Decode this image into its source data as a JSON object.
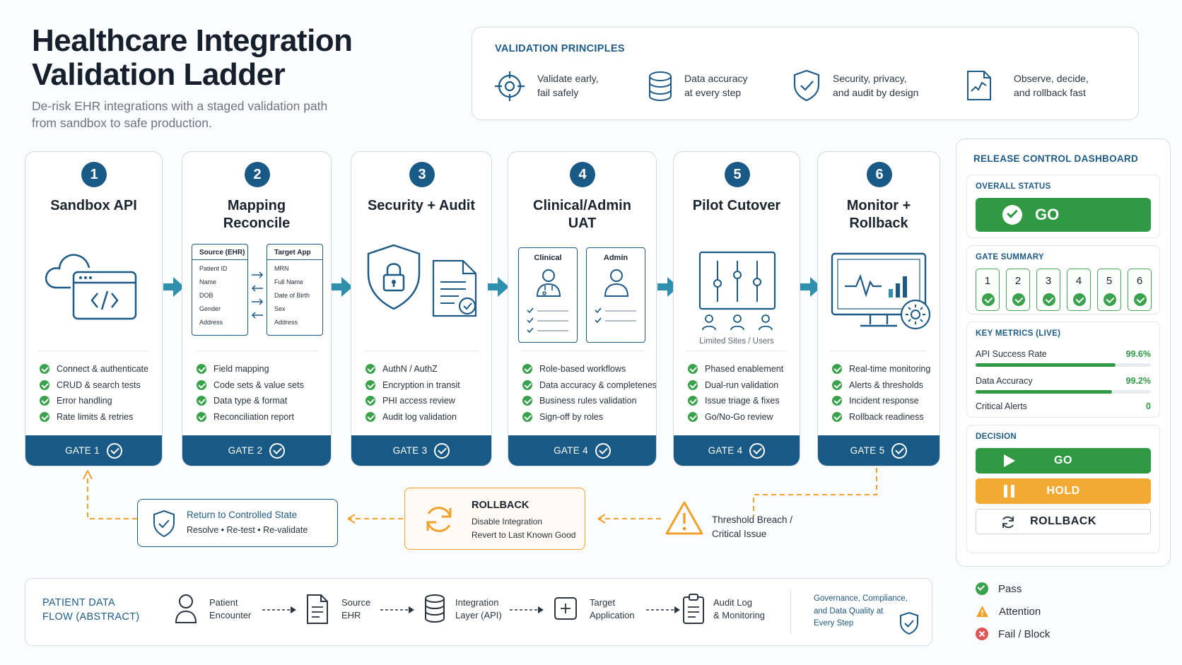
{
  "header": {
    "title_line1": "Healthcare Integration",
    "title_line2": "Validation Ladder",
    "subtitle": "De-risk EHR integrations with a staged validation path from sandbox to safe production."
  },
  "principles": {
    "heading": "VALIDATION PRINCIPLES",
    "items": [
      {
        "l1": "Validate early,",
        "l2": "fail safely",
        "icon": "target-icon"
      },
      {
        "l1": "Data accuracy",
        "l2": "at every step",
        "icon": "database-icon"
      },
      {
        "l1": "Security, privacy,",
        "l2": "and audit by design",
        "icon": "shield-check-icon"
      },
      {
        "l1": "Observe, decide,",
        "l2": "and rollback fast",
        "icon": "chart-doc-icon"
      }
    ]
  },
  "stages": [
    {
      "num": "1",
      "name": "Sandbox API",
      "gate": "GATE 1",
      "items": [
        "Connect & authenticate",
        "CRUD & search tests",
        "Error handling",
        "Rate limits & retries"
      ]
    },
    {
      "num": "2",
      "name": "Mapping Reconcile",
      "gate": "GATE 2",
      "items": [
        "Field mapping",
        "Code sets & value sets",
        "Data type & format",
        "Reconciliation report"
      ],
      "mapping": {
        "source_head": "Source (EHR)",
        "target_head": "Target App",
        "source_fields": [
          "Patient ID",
          "Name",
          "DOB",
          "Gender",
          "Address"
        ],
        "target_fields": [
          "MRN",
          "Full Name",
          "Date of Birth",
          "Sex",
          "Address"
        ]
      }
    },
    {
      "num": "3",
      "name": "Security + Audit",
      "gate": "GATE 3",
      "items": [
        "AuthN / AuthZ",
        "Encryption in transit",
        "PHI access review",
        "Audit log validation"
      ]
    },
    {
      "num": "4",
      "name": "Clinical/Admin UAT",
      "gate": "GATE 4",
      "items": [
        "Role-based workflows",
        "Data accuracy & completeness",
        "Business rules validation",
        "Sign-off by roles"
      ],
      "roles": [
        "Clinical",
        "Admin"
      ]
    },
    {
      "num": "5",
      "name": "Pilot Cutover",
      "gate": "GATE 4",
      "items": [
        "Phased enablement",
        "Dual-run validation",
        "Issue triage & fixes",
        "Go/No-Go review"
      ],
      "caption": "Limited Sites / Users"
    },
    {
      "num": "6",
      "name": "Monitor + Rollback",
      "gate": "GATE 5",
      "items": [
        "Real-time monitoring",
        "Alerts & thresholds",
        "Incident response",
        "Rollback readiness"
      ]
    }
  ],
  "rollback_flow": {
    "return_title": "Return to Controlled State",
    "return_sub": "Resolve • Re-test • Re-validate",
    "rollback_title": "ROLLBACK",
    "rollback_l1": "Disable Integration",
    "rollback_l2": "Revert to Last Known Good",
    "breach_l1": "Threshold Breach /",
    "breach_l2": "Critical Issue"
  },
  "dashboard": {
    "heading": "RELEASE CONTROL DASHBOARD",
    "overall_head": "OVERALL STATUS",
    "overall_value": "GO",
    "gate_head": "GATE SUMMARY",
    "gates": [
      "1",
      "2",
      "3",
      "4",
      "5",
      "6"
    ],
    "metrics_head": "KEY METRICS (LIVE)",
    "metrics": [
      {
        "label": "API Success Rate",
        "value": "99.6%",
        "fill": 0.8
      },
      {
        "label": "Data Accuracy",
        "value": "99.2%",
        "fill": 0.78
      },
      {
        "label": "Critical Alerts",
        "value": "0"
      }
    ],
    "decision_head": "DECISION",
    "decision_go": "GO",
    "decision_hold": "HOLD",
    "decision_rollback": "ROLLBACK"
  },
  "legend": {
    "pass": "Pass",
    "attention": "Attention",
    "fail": "Fail / Block"
  },
  "data_flow": {
    "heading_l1": "PATIENT DATA",
    "heading_l2": "FLOW (ABSTRACT)",
    "steps": [
      {
        "l1": "Patient",
        "l2": "Encounter"
      },
      {
        "l1": "Source",
        "l2": "EHR"
      },
      {
        "l1": "Integration",
        "l2": "Layer (API)"
      },
      {
        "l1": "Target",
        "l2": "Application"
      },
      {
        "l1": "Audit Log",
        "l2": "& Monitoring"
      }
    ],
    "gov_l1": "Governance, Compliance,",
    "gov_l2": "and Data Quality at",
    "gov_l3": "Every Step"
  },
  "colors": {
    "primary": "#185a85",
    "accent": "#2e90ad",
    "pass": "#3aa14c",
    "warn": "#f0a12b",
    "fail": "#e05555"
  }
}
